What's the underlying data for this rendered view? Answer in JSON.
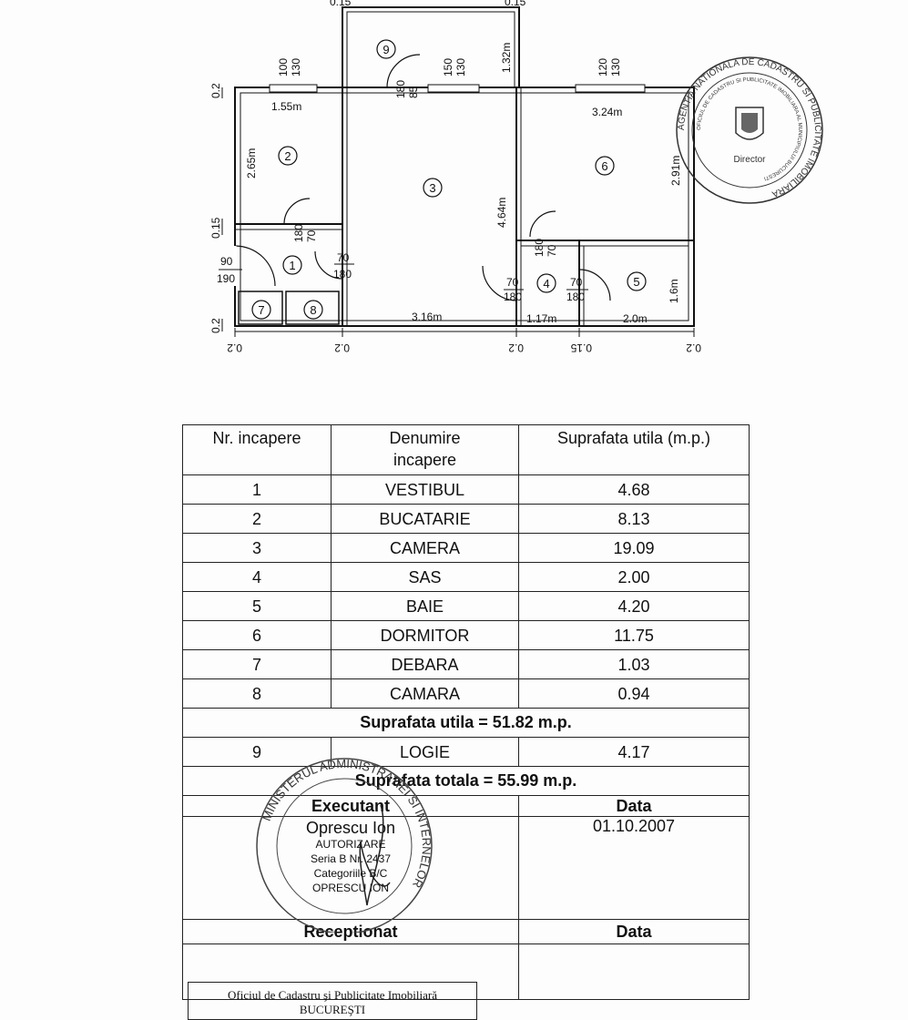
{
  "plan": {
    "top_dims": [
      "0.15",
      "0.15"
    ],
    "windows": [
      {
        "num": "100",
        "den": "130"
      },
      {
        "num": "150",
        "den": "130"
      },
      {
        "num": "120",
        "den": "130"
      }
    ],
    "logia_door": {
      "num": "85",
      "den": "180"
    },
    "wall_dims": [
      "1.55m",
      "3.24m",
      "2.65m",
      "4.64m",
      "2.91m",
      "1.6m",
      "3.16m",
      "1.17m",
      "2.0m",
      "1.32m"
    ],
    "thickness": [
      "0.2",
      "0.15",
      "0.2",
      "0.2",
      "0.2",
      "0.2",
      "0.15",
      "0.2"
    ],
    "doors": {
      "entrance": {
        "num": "90",
        "den": "190"
      },
      "kitchen": {
        "num": "70",
        "den": "180"
      },
      "camera": {
        "num": "70",
        "den": "180"
      },
      "sas_left": {
        "num": "70",
        "den": "180"
      },
      "dormitor": {
        "num": "70",
        "den": "180"
      },
      "baie": {
        "num": "70",
        "den": "180"
      }
    },
    "room_numbers": [
      "1",
      "2",
      "3",
      "4",
      "5",
      "6",
      "7",
      "8",
      "9"
    ]
  },
  "table": {
    "headers": {
      "nr": "Nr. incapere",
      "name_l1": "Denumire",
      "name_l2": "incapere",
      "area": "Suprafata utila (m.p.)"
    },
    "rows": [
      {
        "nr": "1",
        "name": "VESTIBUL",
        "area": "4.68"
      },
      {
        "nr": "2",
        "name": "BUCATARIE",
        "area": "8.13"
      },
      {
        "nr": "3",
        "name": "CAMERA",
        "area": "19.09"
      },
      {
        "nr": "4",
        "name": "SAS",
        "area": "2.00"
      },
      {
        "nr": "5",
        "name": "BAIE",
        "area": "4.20"
      },
      {
        "nr": "6",
        "name": "DORMITOR",
        "area": "11.75"
      },
      {
        "nr": "7",
        "name": "DEBARA",
        "area": "1.03"
      },
      {
        "nr": "8",
        "name": "CAMARA",
        "area": "0.94"
      }
    ],
    "useful_total": "Suprafata utila = 51.82 m.p.",
    "logia": {
      "nr": "9",
      "name": "LOGIE",
      "area": "4.17"
    },
    "grand_total": "Suprafata totala = 55.99 m.p.",
    "executant_label": "Executant",
    "data_label": "Data",
    "executant_name": "Oprescu Ion",
    "executant_auth": "AUTORIZARE",
    "executant_series": "Seria B Nr. 2437",
    "executant_category": "Categoriile B/C",
    "executant_signature_name": "OPRESCU ION",
    "executant_date": "01.10.2007",
    "receptionat_label": "Receptionat",
    "data_label2": "Data"
  },
  "office": {
    "line1": "Oficiul de Cadastru şi Publicitate Imobiliară",
    "line2": "BUCUREŞTI"
  },
  "stamps": {
    "agency_ring": "AGENTIA NATIONALA DE CADASTRU SI PUBLICITATE IMOBILIARA",
    "agency_inner": "OFICIUL DE CADASTRU SI PUBLICITATE IMOBILIARA AL MUNICIPIULUI BUCURESTI",
    "agency_center": "Director",
    "ministry_ring": "MINISTERUL ADMINISTRATIEI SI INTERNELOR"
  }
}
